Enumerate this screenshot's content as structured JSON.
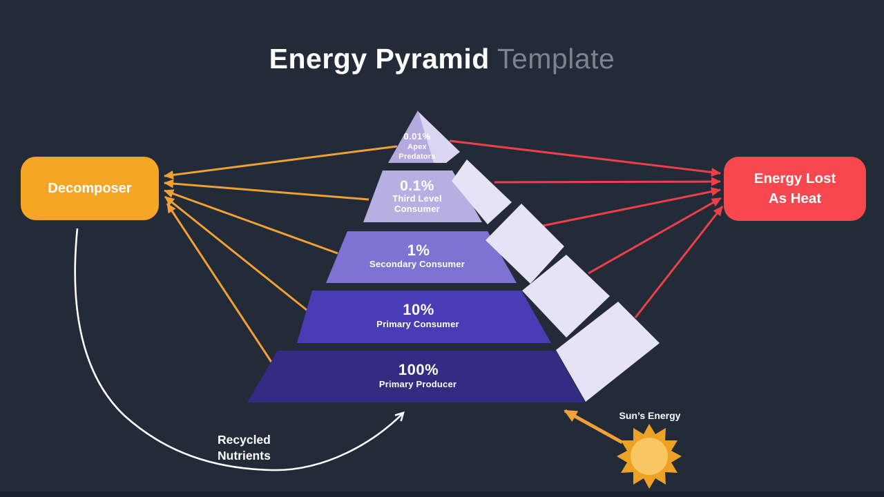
{
  "title": {
    "main": "Energy Pyramid",
    "suffix": " Template"
  },
  "decomposer": {
    "label": "Decomposer"
  },
  "energy_lost": {
    "line1": "Energy Lost",
    "line2": "As Heat"
  },
  "sun": {
    "label": "Sun’s Energy"
  },
  "recycled": {
    "line1": "Recycled",
    "line2": "Nutrients"
  },
  "levels": [
    {
      "value": "0.01%",
      "name1": "Apex",
      "name2": "Predators"
    },
    {
      "value": "0.1%",
      "name1": "Third Level",
      "name2": "Consumer"
    },
    {
      "value": "1%",
      "name1": "Secondary Consumer"
    },
    {
      "value": "10%",
      "name1": "Primary Consumer"
    },
    {
      "value": "100%",
      "name1": "Primary Producer"
    }
  ],
  "colors": {
    "background": "#242B38",
    "footer_strip": "#1B212C",
    "title_main": "#FFFFFF",
    "title_suffix": "#7E838E",
    "decomposer_bg": "#F6A624",
    "energy_lost_bg": "#F8484F",
    "orange_arrow": "#F2A235",
    "red_arrow": "#EF4049",
    "white_arrow": "#FFFFFF",
    "level1": "#B4AADF",
    "level1_side": "#DBD7F2",
    "level2": "#B7AEE2",
    "level3": "#7E72D2",
    "level4": "#4A3CB4",
    "level5": "#342B83",
    "side_piece": "#E6E3F7",
    "sun_outer": "#EDA125",
    "sun_inner": "#F9C761"
  }
}
